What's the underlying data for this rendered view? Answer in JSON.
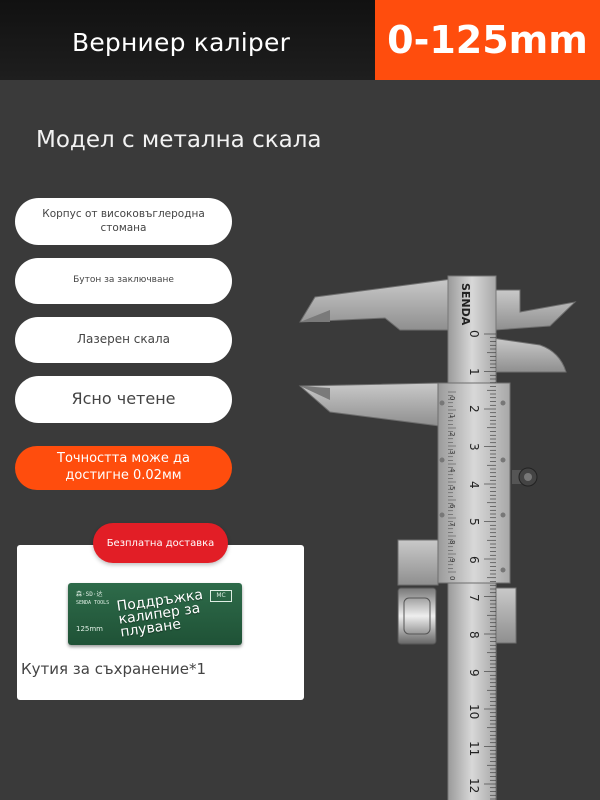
{
  "header": {
    "title": "Верниер калiper",
    "range": "0-125mm"
  },
  "subtitle": "Модел с метална скала",
  "features": [
    "Корпус от високовъглеродна стомана",
    "Бутон за заключване",
    "Лазерен скала",
    "Ясно четене",
    "Точността може да достигне 0.02мм"
  ],
  "promo": {
    "badge": "Безплатна доставка",
    "caption": "Кутия за съхранение*1",
    "case": {
      "brand_cn": "森·SD·达",
      "brand_en": "SENDA TOOLS",
      "logo": "MC",
      "size": "125mm",
      "label": "Поддръжка калипер за плуване"
    }
  },
  "caliper": {
    "brand": "SENDA",
    "main_scale": [
      "0",
      "1",
      "2",
      "3",
      "4",
      "5",
      "6",
      "7",
      "8",
      "9",
      "10",
      "11",
      "12"
    ],
    "vernier_scale": [
      "0",
      "1",
      "2",
      "3",
      "4",
      "5",
      "6",
      "7",
      "8",
      "9",
      "0"
    ]
  },
  "colors": {
    "accent": "#ff4d0d",
    "badge_red": "#e21e26",
    "background": "#3a3a3a",
    "case_green": "#2e6b4a"
  }
}
